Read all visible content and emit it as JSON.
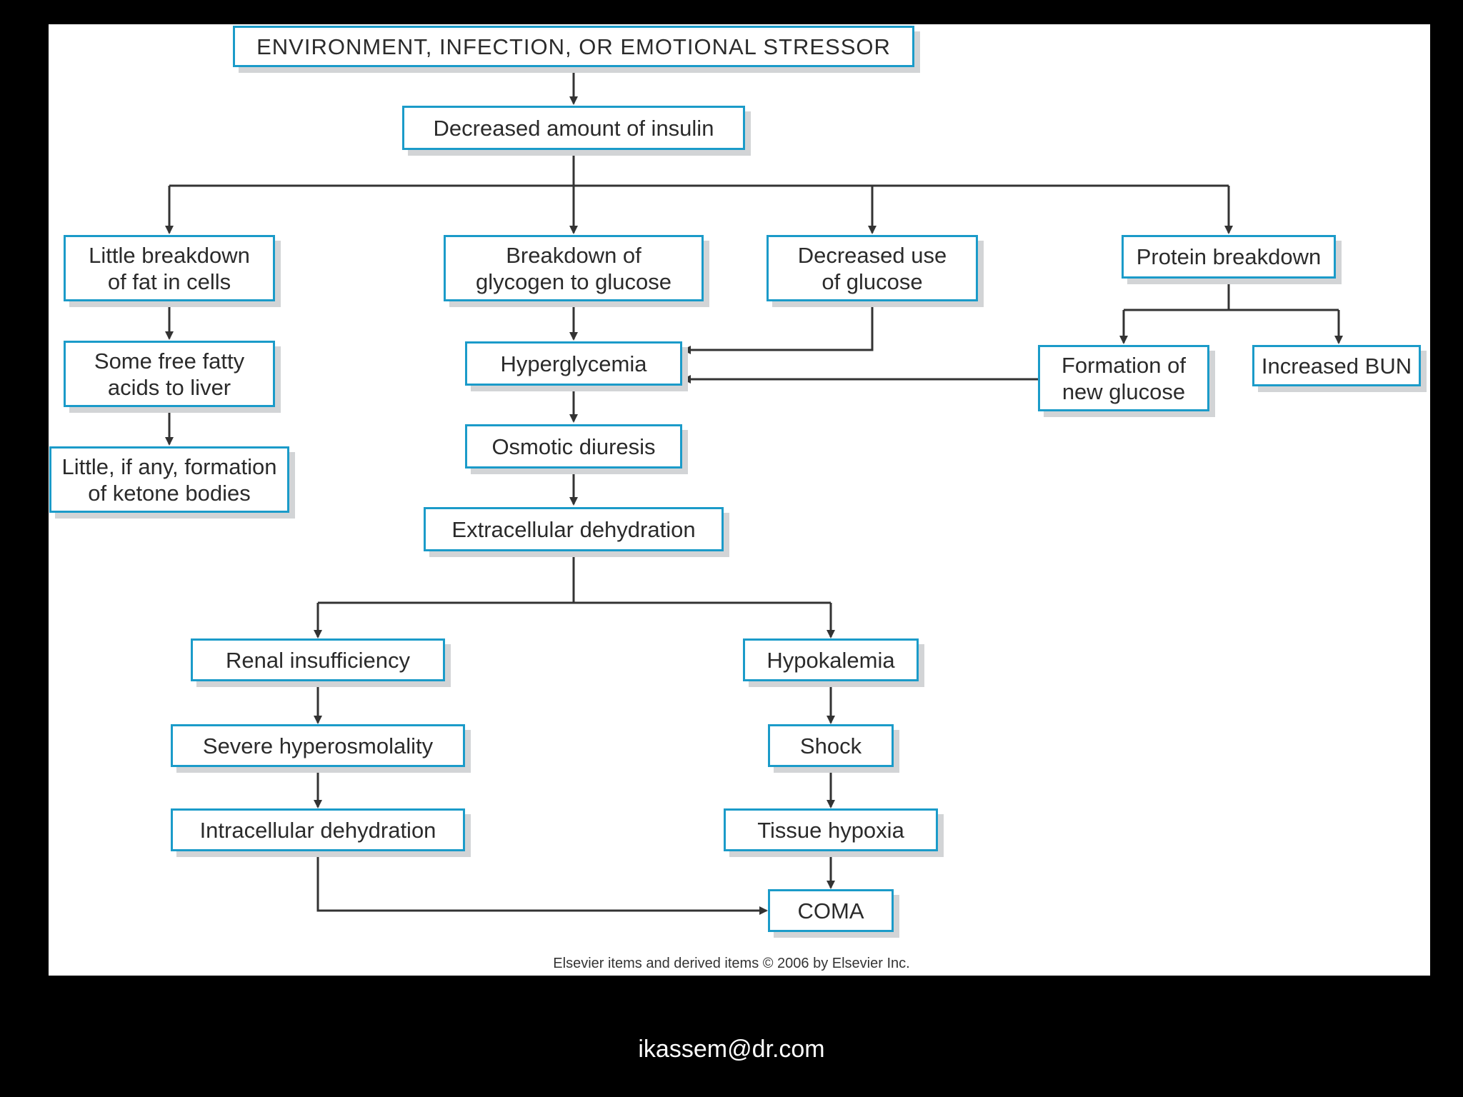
{
  "diagram": {
    "nodes": {
      "stressor": "ENVIRONMENT, INFECTION, OR EMOTIONAL STRESSOR",
      "decreased_insulin": "Decreased amount of insulin",
      "fat_breakdown": "Little breakdown\nof fat in cells",
      "free_fatty_acids": "Some free fatty\nacids to liver",
      "ketone_bodies": "Little, if any, formation\nof ketone bodies",
      "glycogen_breakdown": "Breakdown of\nglycogen to glucose",
      "decreased_glucose_use": "Decreased use\nof glucose",
      "protein_breakdown": "Protein breakdown",
      "hyperglycemia": "Hyperglycemia",
      "new_glucose": "Formation of\nnew glucose",
      "increased_bun": "Increased BUN",
      "osmotic_diuresis": "Osmotic diuresis",
      "extracellular_dehydration": "Extracellular dehydration",
      "renal_insufficiency": "Renal insufficiency",
      "hypokalemia": "Hypokalemia",
      "severe_hyperosmolality": "Severe hyperosmolality",
      "shock": "Shock",
      "intracellular_dehydration": "Intracellular dehydration",
      "tissue_hypoxia": "Tissue hypoxia",
      "coma": "COMA"
    },
    "edges": [
      [
        "stressor",
        "decreased_insulin"
      ],
      [
        "decreased_insulin",
        "fat_breakdown"
      ],
      [
        "decreased_insulin",
        "glycogen_breakdown"
      ],
      [
        "decreased_insulin",
        "decreased_glucose_use"
      ],
      [
        "decreased_insulin",
        "protein_breakdown"
      ],
      [
        "fat_breakdown",
        "free_fatty_acids"
      ],
      [
        "free_fatty_acids",
        "ketone_bodies"
      ],
      [
        "glycogen_breakdown",
        "hyperglycemia"
      ],
      [
        "decreased_glucose_use",
        "hyperglycemia"
      ],
      [
        "protein_breakdown",
        "new_glucose"
      ],
      [
        "protein_breakdown",
        "increased_bun"
      ],
      [
        "new_glucose",
        "hyperglycemia"
      ],
      [
        "hyperglycemia",
        "osmotic_diuresis"
      ],
      [
        "osmotic_diuresis",
        "extracellular_dehydration"
      ],
      [
        "extracellular_dehydration",
        "renal_insufficiency"
      ],
      [
        "extracellular_dehydration",
        "hypokalemia"
      ],
      [
        "renal_insufficiency",
        "severe_hyperosmolality"
      ],
      [
        "severe_hyperosmolality",
        "intracellular_dehydration"
      ],
      [
        "intracellular_dehydration",
        "coma"
      ],
      [
        "hypokalemia",
        "shock"
      ],
      [
        "shock",
        "tissue_hypoxia"
      ],
      [
        "tissue_hypoxia",
        "coma"
      ]
    ],
    "copyright": "Elsevier items and derived items © 2006 by Elsevier Inc."
  },
  "footer": {
    "email": "ikassem@dr.com"
  },
  "colors": {
    "background": "#000000",
    "panel": "#ffffff",
    "box_border": "#1b9bc9",
    "box_shadow": "#d2d4d6",
    "connector": "#333333",
    "text": "#2b2b2b"
  }
}
